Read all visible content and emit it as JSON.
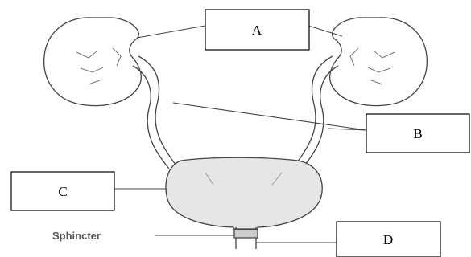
{
  "labels": {
    "a": "A",
    "b": "B",
    "c": "C",
    "d": "D",
    "sphincter": "Sphincter"
  },
  "colors": {
    "outline": "#444444",
    "bladder_fill": "#e6e6e6",
    "kidney_fill": "#ffffff"
  }
}
